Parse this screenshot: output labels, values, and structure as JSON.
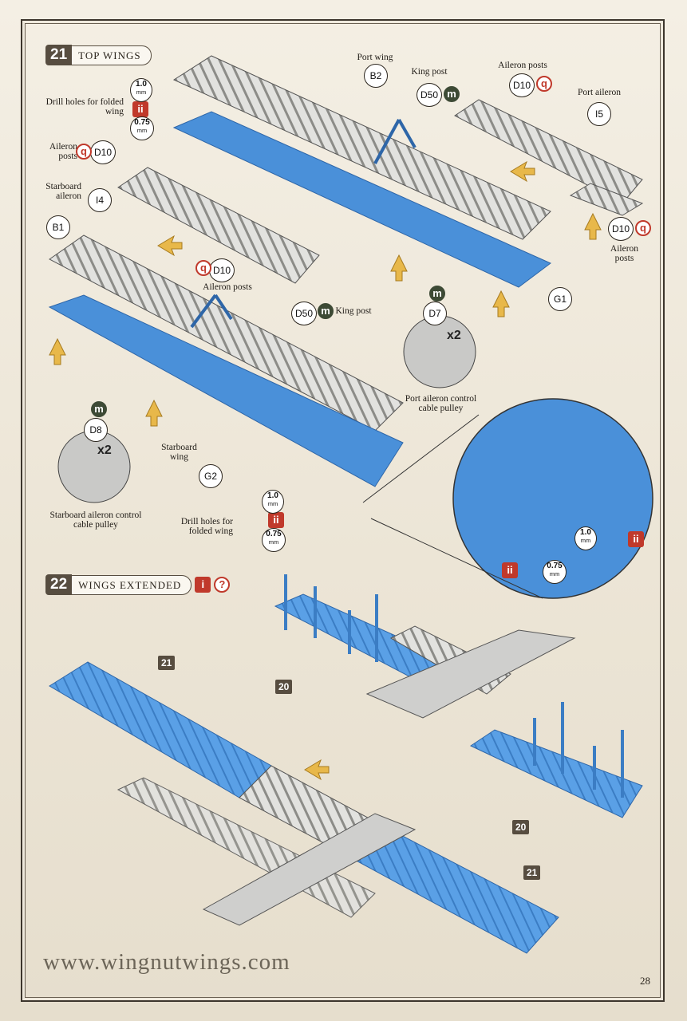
{
  "step21": {
    "number": "21",
    "title": "TOP WINGS"
  },
  "step22": {
    "number": "22",
    "title": "WINGS EXTENDED",
    "info_icon": "i",
    "help_icon": "?"
  },
  "labels": {
    "port_wing": "Port wing",
    "king_post_top": "King post",
    "aileron_posts_top": "Aileron posts",
    "port_aileron": "Port aileron",
    "drill_holes_top": "Drill holes for folded wing",
    "aileron_posts_left": "Aileron posts",
    "starboard_aileron": "Starboard aileron",
    "aileron_posts_mid": "Aileron posts",
    "king_post_mid": "King post",
    "aileron_posts_right": "Aileron posts",
    "port_pulley": "Port aileron control cable pulley",
    "starboard_wing": "Starboard wing",
    "starboard_pulley": "Starboard aileron control cable pulley",
    "drill_holes_bottom": "Drill holes for folded wing"
  },
  "parts": {
    "b2": "B2",
    "d50_top": "D50",
    "d10_top": "D10",
    "i5": "I5",
    "d10_left": "D10",
    "i4": "I4",
    "b1": "B1",
    "d10_mid": "D10",
    "d50_mid": "D50",
    "d10_right": "D10",
    "g1": "G1",
    "d7": "D7",
    "d8": "D8",
    "g2": "G2"
  },
  "marks": {
    "m": "m",
    "q": "q",
    "ii": "ii",
    "i": "i",
    "x2": "x2"
  },
  "sizes": {
    "drill_big": "1.0",
    "drill_small": "0.75",
    "unit": "mm"
  },
  "refs": {
    "r21a": "21",
    "r20a": "20",
    "r20b": "20",
    "r21b": "21"
  },
  "footer": {
    "url": "www.wingnutwings.com",
    "page": "28"
  },
  "colors": {
    "part_blue": "#4a90d9",
    "wing_gray": "#d8d8d6",
    "brown": "#574d40",
    "warn_red": "#c0392b",
    "arrow": "#e8b84a"
  }
}
